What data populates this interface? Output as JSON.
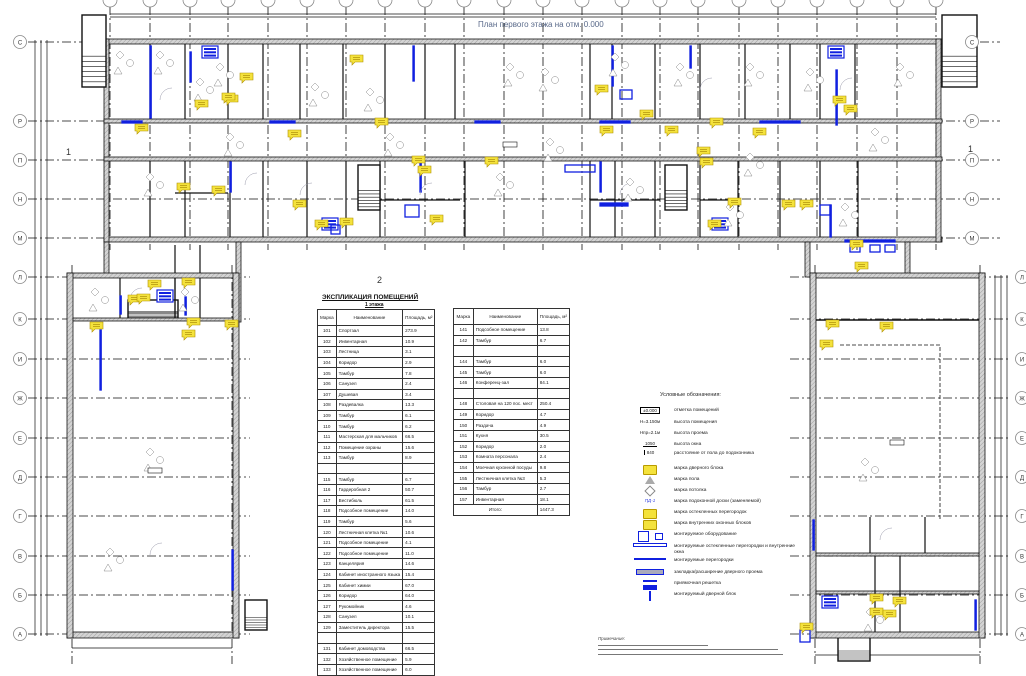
{
  "drawing": {
    "title": "План первого этажа на отм. 0.000",
    "level_mark": "±0.000",
    "row_axes": [
      "С",
      "Р",
      "П",
      "Н",
      "М",
      "Л",
      "К",
      "И",
      "Ж",
      "Е",
      "Д",
      "Г",
      "В",
      "Б",
      "А"
    ],
    "section_mark": "1",
    "section_mark_2": "2"
  },
  "explication": {
    "title": "ЭКСПЛИКАЦИЯ ПОМЕЩЕНИЙ",
    "subtitle": "1 этажа",
    "headers": {
      "mark": "Марка",
      "name": "Наименование",
      "area": "Площадь, м²"
    },
    "table1": [
      [
        "101",
        "Спортзал",
        "273.9"
      ],
      [
        "102",
        "Инвентарная",
        "10.9"
      ],
      [
        "103",
        "Лестница",
        "3.1"
      ],
      [
        "104",
        "Коридор",
        "2.9"
      ],
      [
        "105",
        "Тамбур",
        "7.8"
      ],
      [
        "106",
        "Санузел",
        "2.4"
      ],
      [
        "107",
        "Душевая",
        "3.4"
      ],
      [
        "108",
        "Раздевалка",
        "13.3"
      ],
      [
        "109",
        "Тамбур",
        "6.1"
      ],
      [
        "110",
        "Тамбур",
        "6.2"
      ],
      [
        "111",
        "Мастерская для мальчиков",
        "66.5"
      ],
      [
        "112",
        "Помещение охраны",
        "15.6"
      ],
      [
        "113",
        "Тамбур",
        "8.9"
      ],
      [
        "",
        "",
        ""
      ],
      [
        "115",
        "Тамбур",
        "6.7"
      ],
      [
        "116",
        "Гардеробная 2",
        "50.7"
      ],
      [
        "117",
        "Вестибюль",
        "61.5"
      ],
      [
        "118",
        "Подсобное помещение",
        "14.0"
      ],
      [
        "119",
        "Тамбур",
        "5.6"
      ],
      [
        "120",
        "Лестничная клетка №1",
        "10.6"
      ],
      [
        "121",
        "Подсобное помещение",
        "4.1"
      ],
      [
        "122",
        "Подсобное помещение",
        "11.0"
      ],
      [
        "123",
        "Канцелярия",
        "14.6"
      ],
      [
        "124",
        "Кабинет иностранного языка",
        "15.4"
      ],
      [
        "125",
        "Кабинет химии",
        "67.0"
      ],
      [
        "126",
        "Коридор",
        "64.0"
      ],
      [
        "127",
        "Рукомойник",
        "4.6"
      ],
      [
        "128",
        "Санузел",
        "10.1"
      ],
      [
        "129",
        "Заместитель директора",
        "15.5"
      ],
      [
        "",
        "",
        ""
      ],
      [
        "131",
        "Кабинет домоводства",
        "66.5"
      ],
      [
        "132",
        "Хозяйственное помещение",
        "5.9"
      ],
      [
        "133",
        "Хозяйственное помещение",
        "6.0"
      ]
    ],
    "table2": [
      [
        "141",
        "Подсобное помещение",
        "13.8"
      ],
      [
        "142",
        "Тамбур",
        "6.7"
      ],
      [
        "",
        "",
        ""
      ],
      [
        "144",
        "Тамбур",
        "6.0"
      ],
      [
        "145",
        "Тамбур",
        "6.0"
      ],
      [
        "146",
        "Конференц-зал",
        "84.1"
      ],
      [
        "",
        "",
        ""
      ],
      [
        "148",
        "Столовая на 120 пос. мест",
        "250.4"
      ],
      [
        "149",
        "Коридор",
        "4.7"
      ],
      [
        "150",
        "Раздача",
        "4.9"
      ],
      [
        "151",
        "Кухня",
        "30.5"
      ],
      [
        "152",
        "Коридор",
        "2.0"
      ],
      [
        "153",
        "Комната персонала",
        "2.4"
      ],
      [
        "154",
        "Моечная кухонной посуды",
        "9.8"
      ],
      [
        "155",
        "Лестничная клетка №3",
        "5.3"
      ],
      [
        "156",
        "Тамбур",
        "2.7"
      ],
      [
        "157",
        "Инвентарная",
        "18.1"
      ]
    ],
    "total_label": "Итого:",
    "total_value": "1447.3"
  },
  "legend": {
    "title": "Условные обозначения:",
    "items": [
      {
        "symbol": "±0.000",
        "label": "отметка помещений"
      },
      {
        "symbol": "Н=3.150м",
        "label": "высота помещения"
      },
      {
        "symbol": "Нпр=2.1м",
        "label": "высота проема"
      },
      {
        "symbol": "1050",
        "label": "высота окна"
      },
      {
        "symbol": "840",
        "label": "расстояние от пола до подоконника"
      },
      {
        "symbol": "",
        "label": "марка дверного блока"
      },
      {
        "symbol": "1",
        "label": "марка пола"
      },
      {
        "symbol": "1",
        "label": "марка потолка"
      },
      {
        "symbol": "ПД-1",
        "label": "марка подоконной доски (заменяемой)"
      },
      {
        "symbol": "",
        "label": "марка остекленных перегородок"
      },
      {
        "symbol": "",
        "label": "марка внутренних оконных блоков"
      },
      {
        "symbol": "",
        "label": "монтируемое оборудование"
      },
      {
        "symbol": "",
        "label": "монтируемые остекленные перегородки и внутренние окна"
      },
      {
        "symbol": "",
        "label": "монтируемые перегородки"
      },
      {
        "symbol": "",
        "label": "закладка/расширение дверного проема"
      },
      {
        "symbol": "",
        "label": "приямочная решетка"
      },
      {
        "symbol": "",
        "label": "монтируемый дверной блок"
      }
    ]
  },
  "notes": {
    "title": "Примечание:"
  },
  "colors": {
    "wall": "#bdbdbd",
    "line": "#111111",
    "blue": "#1020e0",
    "comment": "#f4e23c",
    "title": "#5a6a8a"
  }
}
